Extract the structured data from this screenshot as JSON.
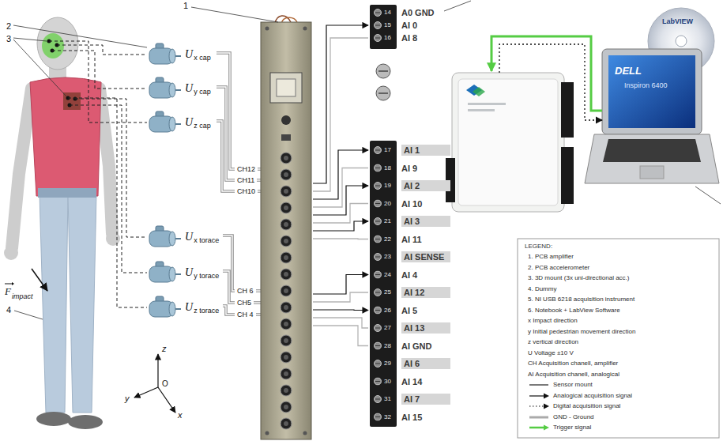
{
  "diagram": {
    "nodes": [
      {
        "text": [
          "U",
          "x cap"
        ]
      },
      {
        "text": [
          "U",
          "y cap"
        ]
      },
      {
        "text": [
          "U",
          "z cap"
        ]
      },
      {
        "text": [
          "U",
          "x torace"
        ]
      },
      {
        "text": [
          "U",
          "y torace"
        ]
      },
      {
        "text": [
          "U",
          "z torace"
        ]
      },
      {
        "text": [
          "14",
          "15",
          "16"
        ]
      },
      {
        "text": [
          "17",
          "18",
          "19",
          "20",
          "21",
          "22",
          "23",
          "24",
          "25",
          "26",
          "27",
          "28",
          "29",
          "30",
          "31",
          "32"
        ]
      },
      {
        "text": [
          "DELL",
          "Inspiron 6400"
        ]
      }
    ],
    "labels": [
      "1",
      "2",
      "3",
      "4",
      "F",
      "impact",
      "CH12",
      "CH11",
      "CH10",
      "CH 6",
      "CH5",
      "CH 4",
      "A0 GND",
      "AI 0",
      "AI 8",
      "AI 1",
      "AI 9",
      "AI 2",
      "AI 10",
      "AI 3",
      "AI 11",
      "AI SENSE",
      "AI 4",
      "AI 12",
      "AI 5",
      "AI 13",
      "AI GND",
      "AI 6",
      "AI 14",
      "AI 7",
      "AI 15",
      "LabVIEW",
      "z",
      "y",
      "x",
      "O",
      "LEGEND:"
    ],
    "legend": [
      {
        "text": "1. PCB amplifier"
      },
      {
        "text": "2. PCB accelerometer"
      },
      {
        "text": "3. 3D mount (3x uni-directional acc.)"
      },
      {
        "text": "4. Dummy"
      },
      {
        "text": "5. NI USB 6218 acquisition instrument"
      },
      {
        "text": "6. Notebook + LabView Software"
      },
      {
        "text": "x Impact direction"
      },
      {
        "text": "y Initial pedestrian movement direction"
      },
      {
        "text": "z vertical direction"
      },
      {
        "text": "U Voltage ±10 V"
      },
      {
        "text": "CH Acquisition chanell, amplifier"
      },
      {
        "text": "AI Acquisition chanell, analogical"
      },
      {
        "text": "Sensor mount"
      },
      {
        "text": "Analogical acquisition signal"
      },
      {
        "text": "Digital acquisition signal"
      },
      {
        "text": "GND - Ground"
      },
      {
        "text": "Trigger signal"
      }
    ]
  }
}
